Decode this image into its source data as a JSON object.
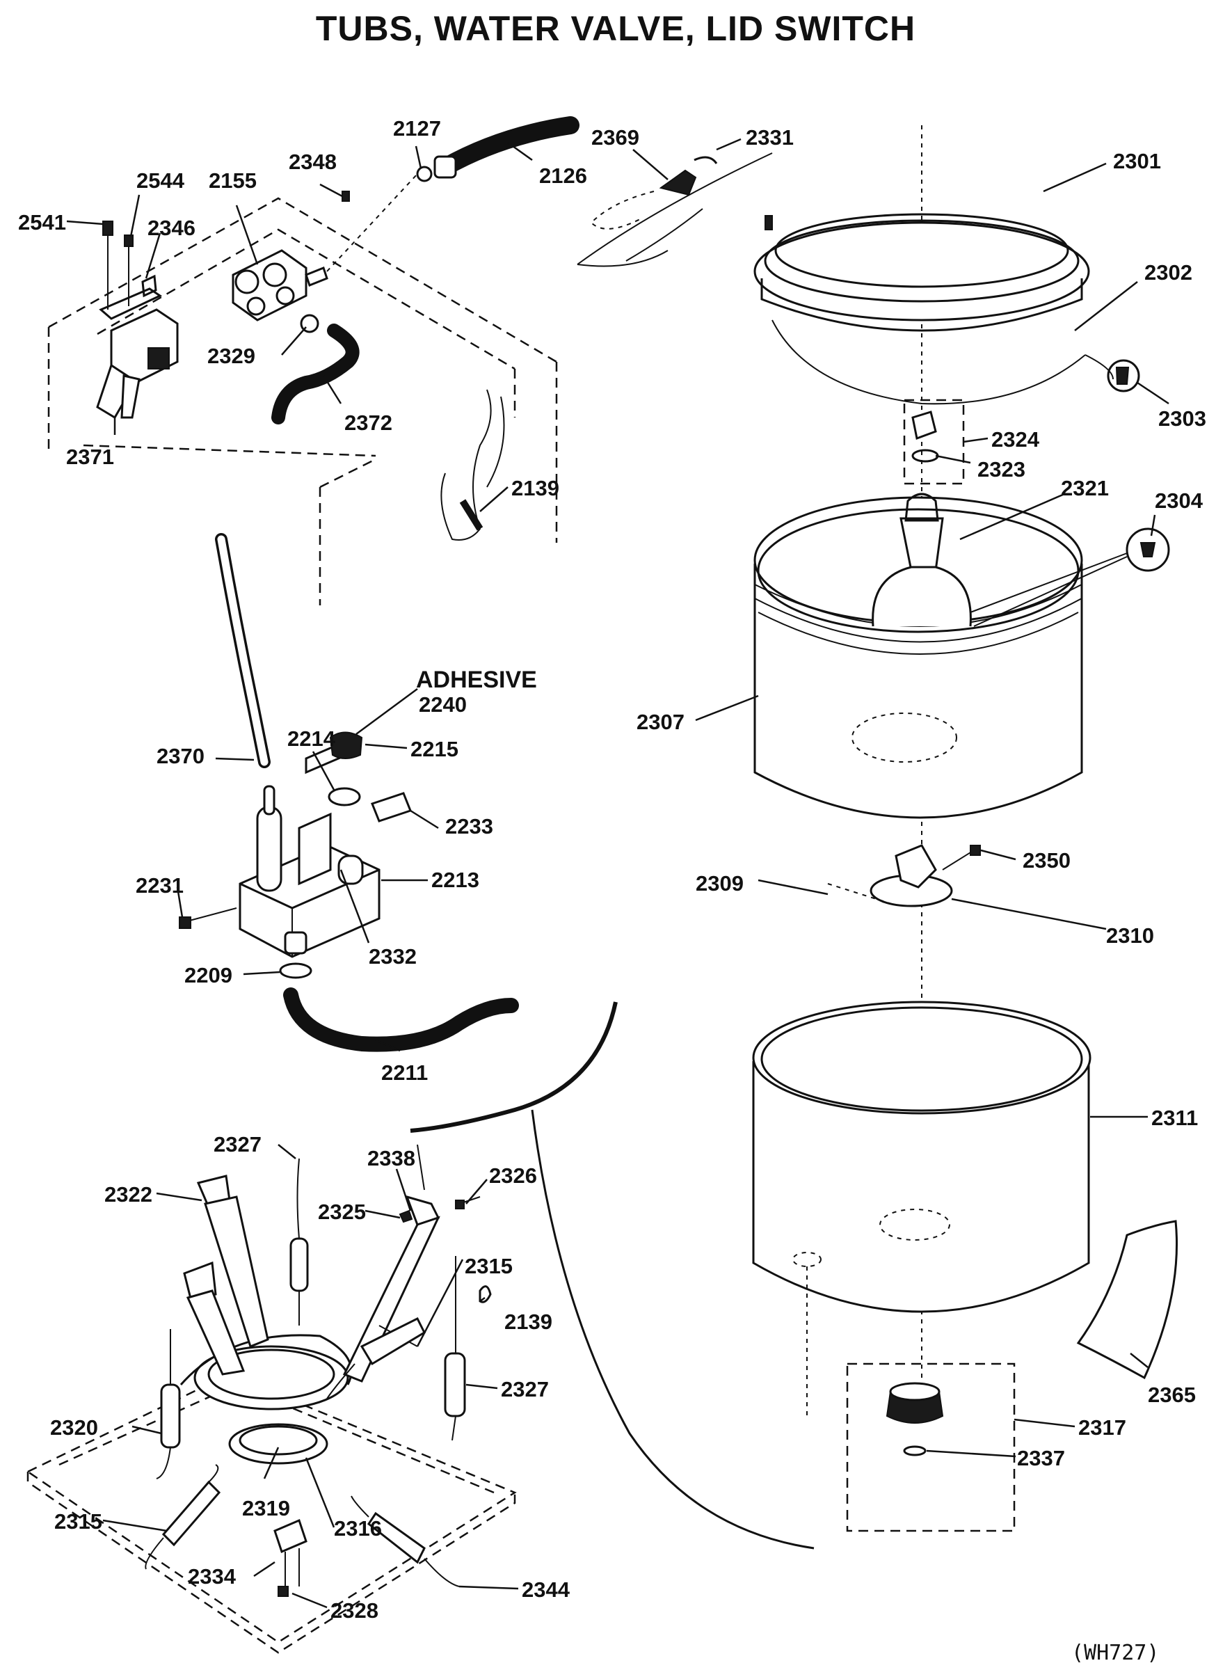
{
  "title": "TUBS, WATER VALVE, LID SWITCH",
  "adhesive_note": "ADHESIVE",
  "footer_code": "(WH727)",
  "labels": {
    "p2541": "2541",
    "p2544": "2544",
    "p2155": "2155",
    "p2346": "2346",
    "p2348": "2348",
    "p2127": "2127",
    "p2126": "2126",
    "p2369": "2369",
    "p2331": "2331",
    "p2301": "2301",
    "p2302": "2302",
    "p2303": "2303",
    "p2329": "2329",
    "p2372": "2372",
    "p2371": "2371",
    "p2324": "2324",
    "p2323": "2323",
    "p2139a": "2139",
    "p2321": "2321",
    "p2304": "2304",
    "p2240": "2240",
    "p2214": "2214",
    "p2215": "2215",
    "p2370": "2370",
    "p2307": "2307",
    "p2233": "2233",
    "p2213": "2213",
    "p2231": "2231",
    "p2350": "2350",
    "p2309": "2309",
    "p2332": "2332",
    "p2310": "2310",
    "p2209": "2209",
    "p2211": "2211",
    "p2311": "2311",
    "p2327a": "2327",
    "p2338": "2338",
    "p2326": "2326",
    "p2322": "2322",
    "p2325": "2325",
    "p2315a": "2315",
    "p2139b": "2139",
    "p2327b": "2327",
    "p2320": "2320",
    "p2365": "2365",
    "p2317": "2317",
    "p2337": "2337",
    "p2319": "2319",
    "p2315b": "2315",
    "p2316": "2316",
    "p2334": "2334",
    "p2344": "2344",
    "p2328": "2328"
  }
}
